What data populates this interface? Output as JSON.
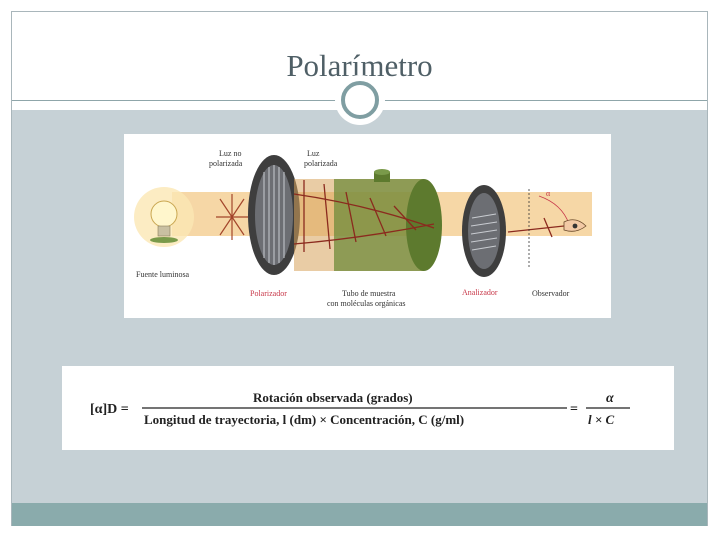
{
  "slide": {
    "title": "Polarímetro"
  },
  "diagram": {
    "labels": {
      "unpolarized_light": [
        "Luz no",
        "polarizada"
      ],
      "polarized_light": [
        "Luz",
        "polarizada"
      ],
      "light_source": "Fuente luminosa",
      "polarizer": "Polarizador",
      "sample_tube": [
        "Tubo de muestra",
        "con moléculas orgánicas"
      ],
      "analyzer": "Analizador",
      "observer": "Observador",
      "angle_symbol": "α"
    }
  },
  "formula": {
    "lhs": "[α]D =",
    "numerator": "Rotación observada (grados)",
    "denominator": "Longitud de trayectoria, l (dm) × Concentración, C (g/ml)",
    "equals": "=",
    "rhs_numerator": "α",
    "rhs_denominator": "l × C"
  },
  "colors": {
    "content_bg": "#c6d1d6",
    "footer_bg": "#8aabac",
    "accent_red": "#c8394a"
  }
}
